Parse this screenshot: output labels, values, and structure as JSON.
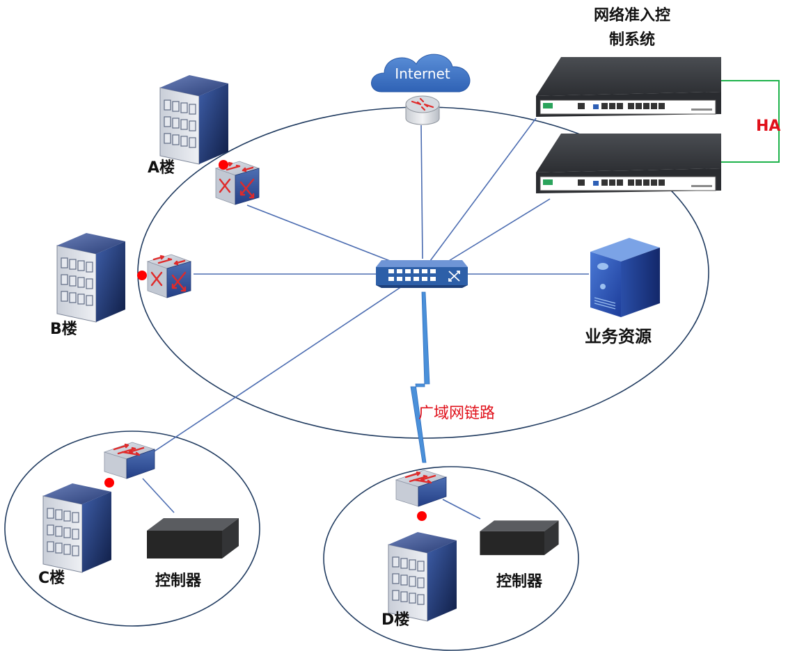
{
  "labels": {
    "nac_title_line1": "网络准入控",
    "nac_title_line2": "制系统",
    "ha": "HA",
    "internet": "Internet",
    "building_a": "A楼",
    "building_b": "B楼",
    "building_c": "C楼",
    "building_d": "D楼",
    "business_resources": "业务资源",
    "wan_link": "广域网链路",
    "controller_c": "控制器",
    "controller_d": "控制器"
  },
  "colors": {
    "link_line": "#4a6bb0",
    "ring_outline": "#1f3a5f",
    "status_dot": "#ff0000",
    "ha_line": "#1db24a",
    "ha_text": "#e0101a",
    "wan_text": "#e0101a",
    "switch_body": "#2d5fa8",
    "appliance_body": "#3a3d42",
    "controller_body": "#2b2b2b"
  },
  "icons": {
    "cloud": "cloud-icon",
    "router": "router-icon",
    "core_switch": "core-switch-icon",
    "access_switch": "access-switch-icon",
    "building": "building-icon",
    "server": "server-icon",
    "appliance": "nac-appliance-icon",
    "controller": "controller-icon"
  }
}
